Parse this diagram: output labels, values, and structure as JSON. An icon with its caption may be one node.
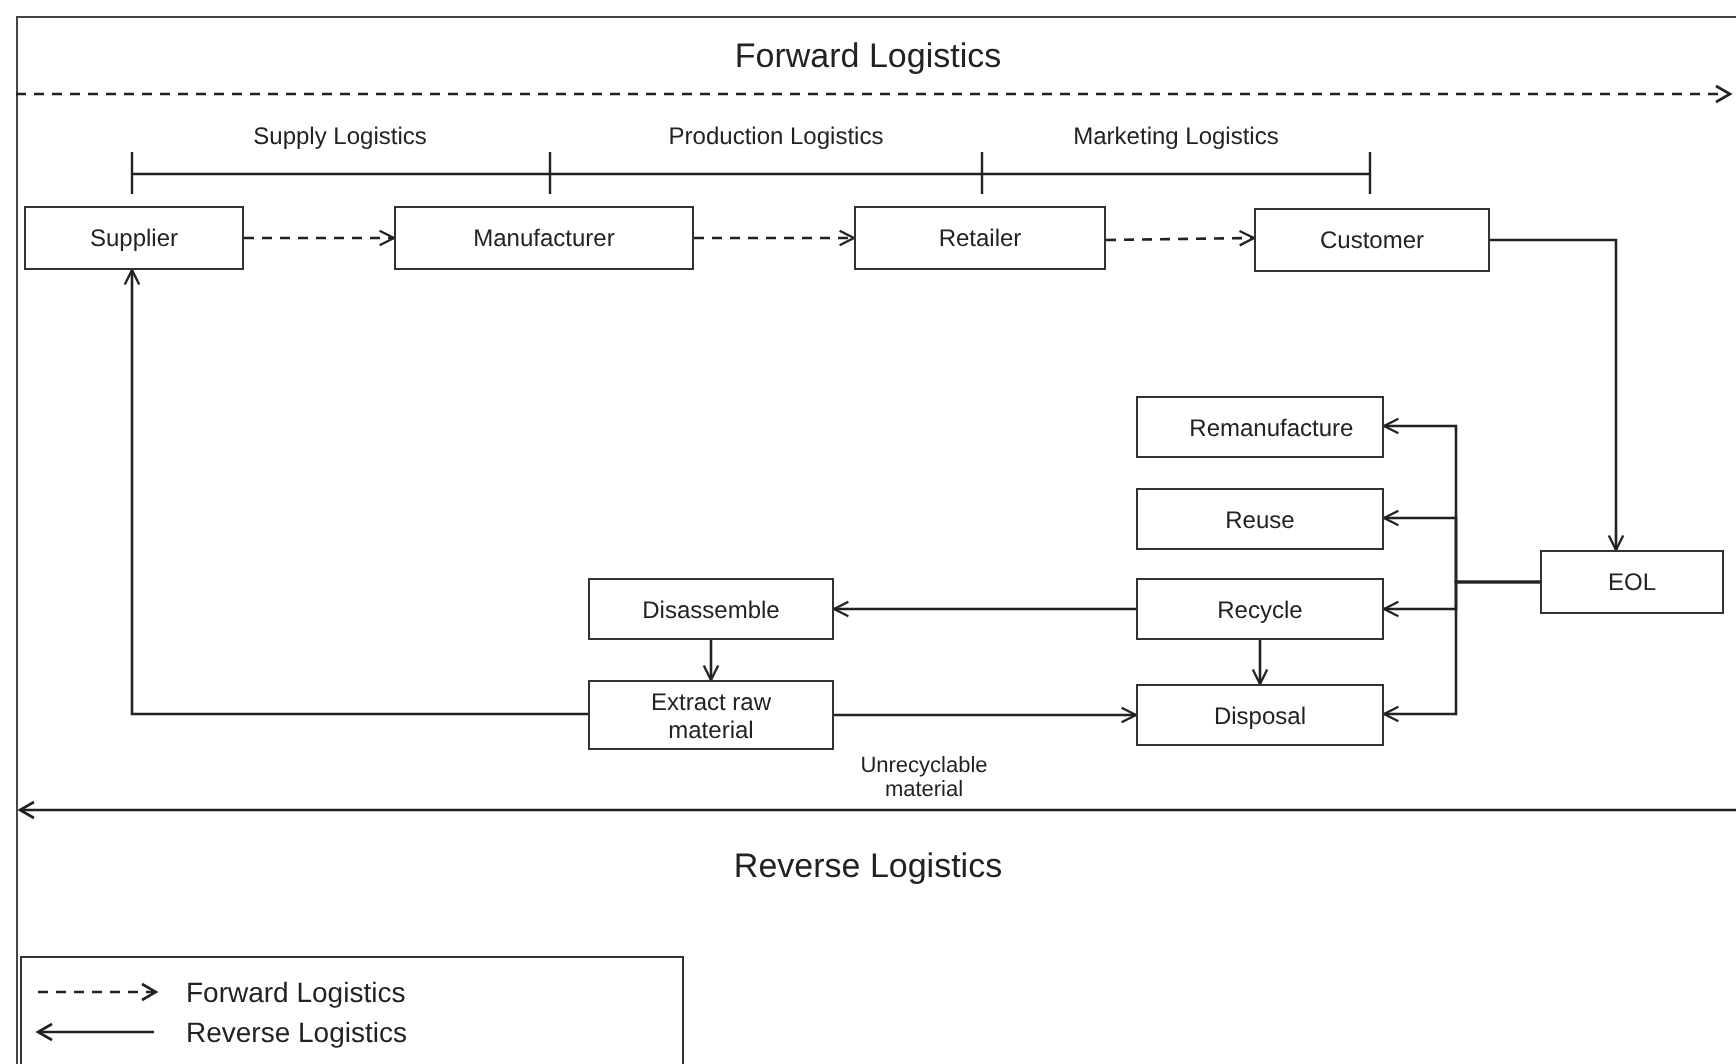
{
  "diagram": {
    "nodes": [
      {
        "text": [
          "Supplier"
        ]
      },
      {
        "text": [
          "Manufacturer"
        ]
      },
      {
        "text": [
          "Retailer"
        ]
      },
      {
        "text": [
          "Customer"
        ]
      },
      {
        "text": [
          "Remanufacture"
        ]
      },
      {
        "text": [
          "Reuse"
        ]
      },
      {
        "text": [
          "EOL"
        ]
      },
      {
        "text": [
          "Disassemble"
        ]
      },
      {
        "text": [
          "Recycle"
        ]
      },
      {
        "text": [
          "Extract raw material"
        ]
      },
      {
        "text": [
          "Disposal"
        ]
      }
    ],
    "edges": [
      {
        "from": 0,
        "to": 1,
        "arrow": "to",
        "style": "dashed"
      },
      {
        "from": 1,
        "to": 2,
        "arrow": "to",
        "style": "dashed"
      },
      {
        "from": 2,
        "to": 3,
        "arrow": "to",
        "style": "dashed"
      },
      {
        "from": 3,
        "to": 6,
        "arrow": "to"
      },
      {
        "from": 6,
        "to": 4,
        "arrow": "to"
      },
      {
        "from": 6,
        "to": 5,
        "arrow": "to"
      },
      {
        "from": 6,
        "to": 8,
        "arrow": "to"
      },
      {
        "from": 6,
        "to": 10,
        "arrow": "to"
      },
      {
        "from": 8,
        "to": 7,
        "arrow": "to"
      },
      {
        "from": 8,
        "to": 10,
        "arrow": "to"
      },
      {
        "from": 7,
        "to": 9,
        "arrow": "to"
      },
      {
        "from": 9,
        "to": 10,
        "arrow": "to",
        "label": "Unrecyclable material"
      },
      {
        "from": 9,
        "to": 0,
        "arrow": "to"
      }
    ],
    "labels": [
      "Forward Logistics",
      "Supply Logistics",
      "Production Logistics",
      "Marketing Logistics",
      "Reverse Logistics"
    ],
    "legend": [
      {
        "text": "Forward Logistics"
      },
      {
        "text": "Reverse Logistics"
      }
    ]
  }
}
